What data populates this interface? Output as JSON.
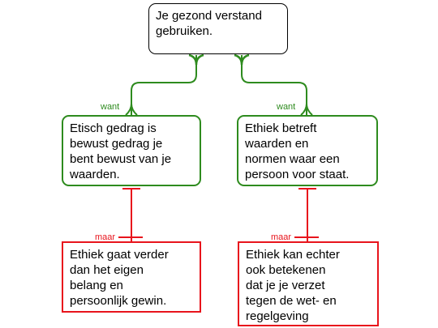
{
  "claim": {
    "text": "Je gezond verstand\ngebruiken."
  },
  "reasons": [
    {
      "connector": "want",
      "text": "Etisch gedrag is\nbewust gedrag je\nbent bewust van je\nwaarden."
    },
    {
      "connector": "want",
      "text": "Ethiek betreft\nwaarden en\nnormen waar een\npersoon voor staat."
    }
  ],
  "objections": [
    {
      "connector": "maar",
      "text": "Ethiek gaat verder\ndan het eigen\nbelang en\npersoonlijk gewin."
    },
    {
      "connector": "maar",
      "text": "Ethiek kan echter\nook betekenen\ndat je je verzet\ntegen de wet- en\nregelgeving"
    }
  ],
  "colors": {
    "reason": "#2e8b1e",
    "objection": "#e8141c",
    "claim_border": "#000000"
  }
}
